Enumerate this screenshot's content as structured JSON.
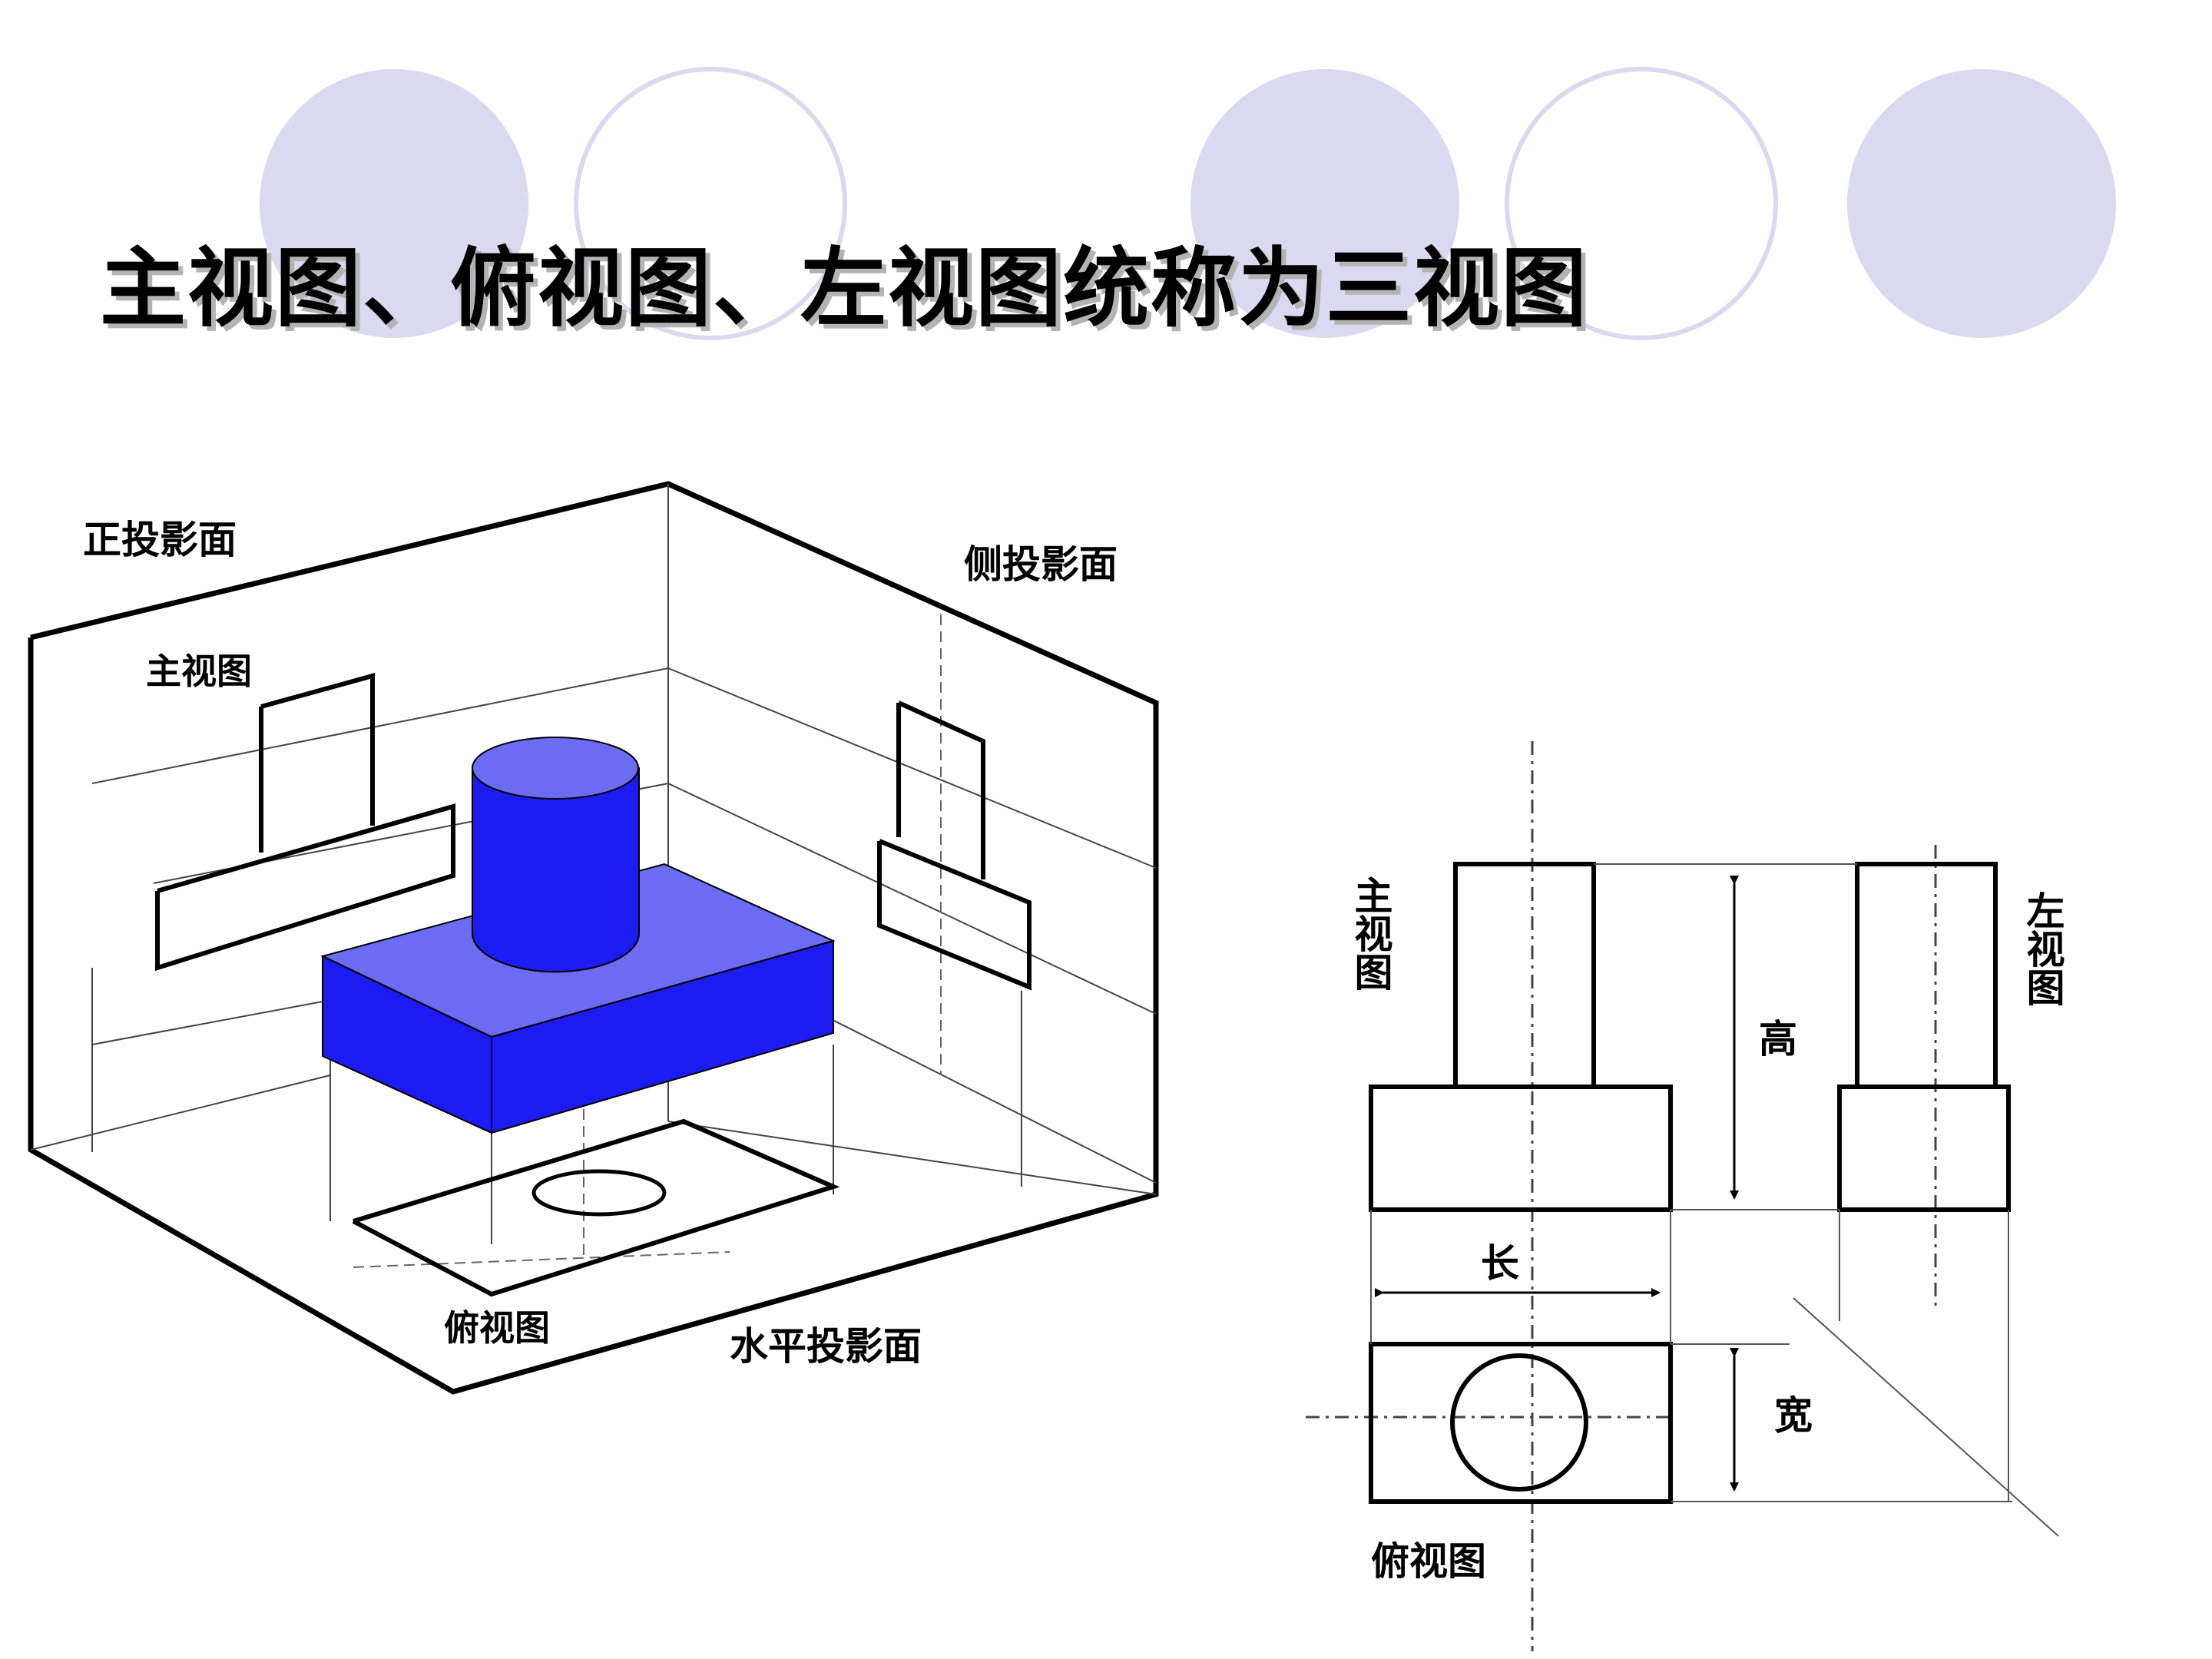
{
  "slide": {
    "title": "主视图、俯视图、左视图统称为三视图",
    "accent_color": "#d9d9ef",
    "solid_color": "#1c1cf2",
    "top_face_color": "#6b6bf4"
  },
  "pictorial": {
    "front_plane_label": "正投影面",
    "side_plane_label": "侧投影面",
    "horizontal_plane_label": "水平投影面",
    "front_view_label": "主视图",
    "top_view_label": "俯视图"
  },
  "orthographic": {
    "front_view_label": "主视图",
    "left_view_label": "左视图",
    "top_view_label": "俯视图",
    "length_label": "长",
    "height_label": "高",
    "width_label": "宽"
  }
}
